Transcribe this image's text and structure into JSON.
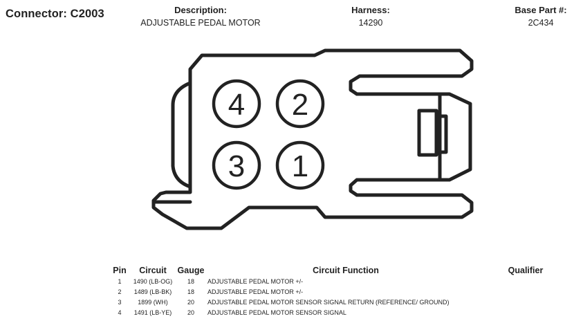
{
  "header": {
    "connector_label": "Connector: C2003",
    "description_label": "Description:",
    "description_value": "ADJUSTABLE PEDAL MOTOR",
    "harness_label": "Harness:",
    "harness_value": "14290",
    "base_part_label": "Base Part #:",
    "base_part_value": "2C434"
  },
  "diagram": {
    "pins": [
      "4",
      "2",
      "3",
      "1"
    ]
  },
  "table": {
    "columns": {
      "pin": "Pin",
      "circuit": "Circuit",
      "gauge": "Gauge",
      "function": "Circuit Function",
      "qualifier": "Qualifier"
    },
    "rows": [
      {
        "pin": "1",
        "circuit": "1490 (LB-OG)",
        "gauge": "18",
        "function": "ADJUSTABLE PEDAL MOTOR +/-",
        "qualifier": ""
      },
      {
        "pin": "2",
        "circuit": "1489 (LB-BK)",
        "gauge": "18",
        "function": "ADJUSTABLE PEDAL MOTOR +/-",
        "qualifier": ""
      },
      {
        "pin": "3",
        "circuit": "1899 (WH)",
        "gauge": "20",
        "function": "ADJUSTABLE PEDAL MOTOR SENSOR SIGNAL RETURN (REFERENCE/ GROUND)",
        "qualifier": ""
      },
      {
        "pin": "4",
        "circuit": "1491 (LB-YE)",
        "gauge": "20",
        "function": "ADJUSTABLE PEDAL MOTOR SENSOR SIGNAL",
        "qualifier": ""
      }
    ]
  }
}
